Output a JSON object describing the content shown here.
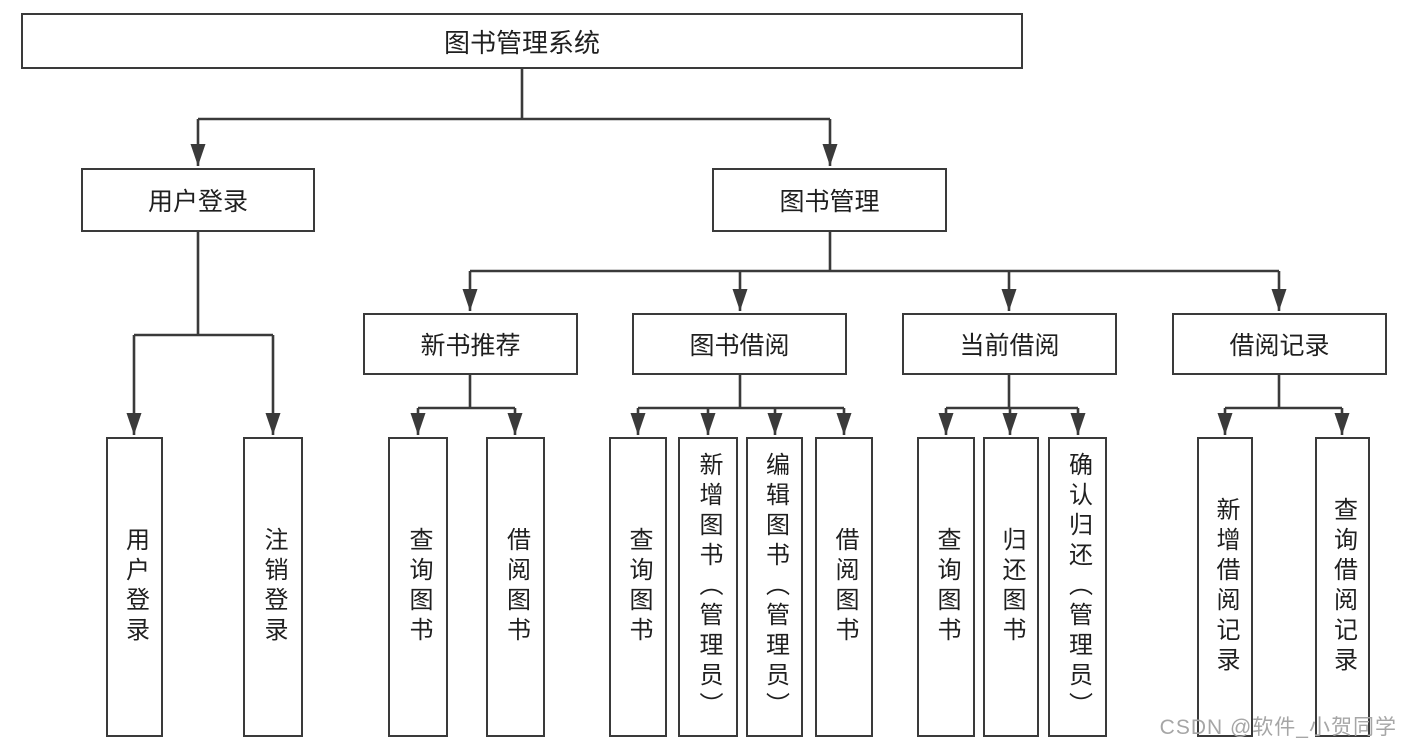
{
  "tree": {
    "root": {
      "label": "图书管理系统"
    },
    "branches": [
      {
        "label": "用户登录",
        "children": [
          {
            "label": "用户登录"
          },
          {
            "label": "注销登录"
          }
        ]
      },
      {
        "label": "图书管理",
        "children": [
          {
            "label": "新书推荐",
            "children": [
              {
                "label": "查询图书"
              },
              {
                "label": "借阅图书"
              }
            ]
          },
          {
            "label": "图书借阅",
            "children": [
              {
                "label": "查询图书"
              },
              {
                "label": "新增图书（管理员）"
              },
              {
                "label": "编辑图书（管理员）"
              },
              {
                "label": "借阅图书"
              }
            ]
          },
          {
            "label": "当前借阅",
            "children": [
              {
                "label": "查询图书"
              },
              {
                "label": "归还图书"
              },
              {
                "label": "确认归还（管理员）"
              }
            ]
          },
          {
            "label": "借阅记录",
            "children": [
              {
                "label": "新增借阅记录"
              },
              {
                "label": "查询借阅记录"
              }
            ]
          }
        ]
      }
    ]
  },
  "watermark": {
    "text": "CSDN @软件_小贺同学"
  },
  "colors": {
    "line": "#3a3a3a",
    "box_border": "#3a3a3a",
    "text": "#1f1f1f",
    "watermark": "#a6a6a6",
    "background": "#ffffff"
  }
}
